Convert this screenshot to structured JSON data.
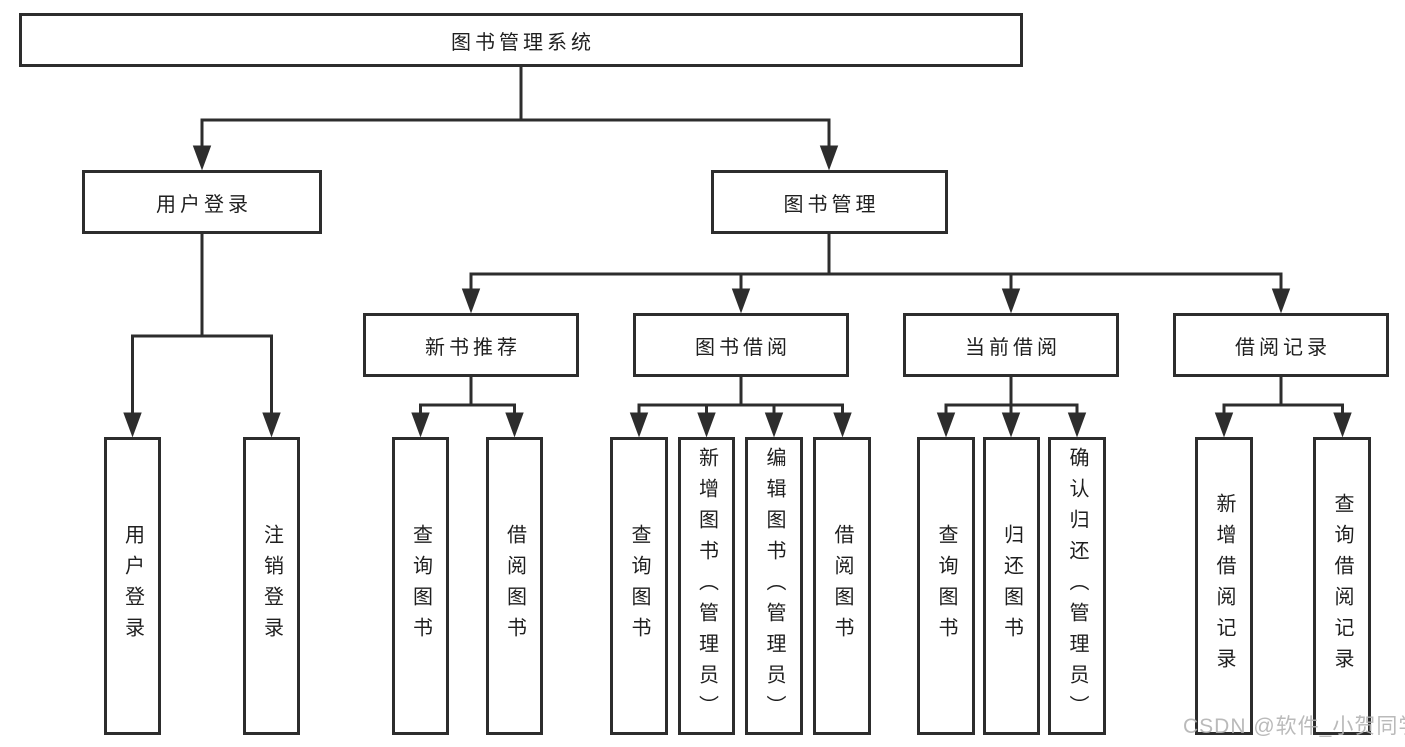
{
  "diagram": {
    "root": {
      "label": "图书管理系统"
    },
    "branches": [
      {
        "label": "用户登录",
        "children": [
          {
            "label": "用户登录"
          },
          {
            "label": "注销登录"
          }
        ]
      },
      {
        "label": "图书管理",
        "children": [
          {
            "label": "新书推荐",
            "children": [
              {
                "label": "查询图书"
              },
              {
                "label": "借阅图书"
              }
            ]
          },
          {
            "label": "图书借阅",
            "children": [
              {
                "label": "查询图书"
              },
              {
                "label": "新增图书（管理员）"
              },
              {
                "label": "编辑图书（管理员）"
              },
              {
                "label": "借阅图书"
              }
            ]
          },
          {
            "label": "当前借阅",
            "children": [
              {
                "label": "查询图书"
              },
              {
                "label": "归还图书"
              },
              {
                "label": "确认归还（管理员）"
              }
            ]
          },
          {
            "label": "借阅记录",
            "children": [
              {
                "label": "新增借阅记录"
              },
              {
                "label": "查询借阅记录"
              }
            ]
          }
        ]
      }
    ]
  },
  "watermark": "CSDN @软件_小贺同学",
  "colors": {
    "line": "#2d2d2d",
    "text": "#1f1f1f",
    "watermark": "#b3b3b3",
    "background": "#ffffff"
  }
}
